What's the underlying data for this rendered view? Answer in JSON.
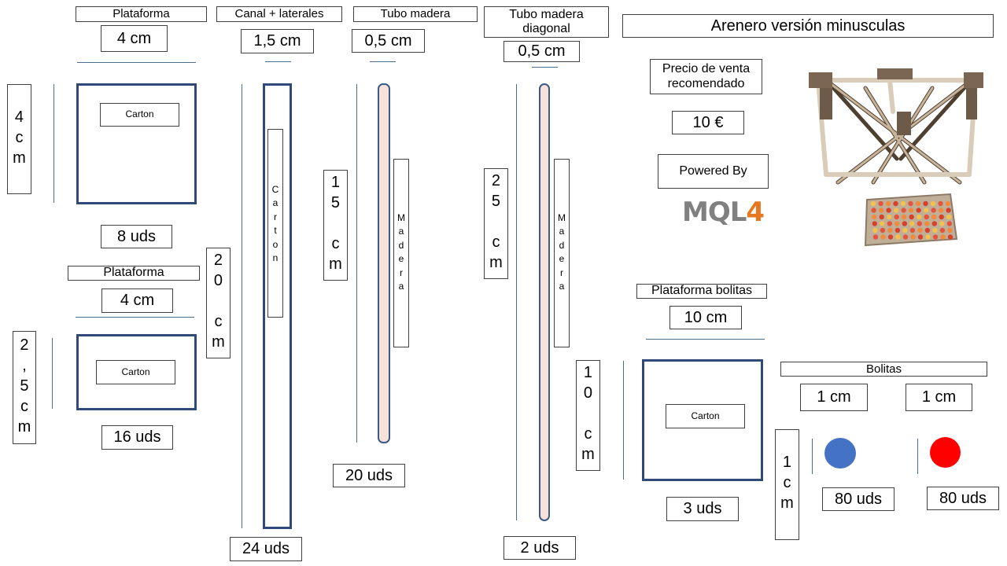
{
  "col1": {
    "title_top": "Plataforma",
    "size_top": "4 cm",
    "height_top": "4\nc\nm",
    "label_top": "Carton",
    "qty_top": "8 uds",
    "title_bottom": "Plataforma",
    "size_bottom": "4 cm",
    "height_bottom": "2\n,\n5\nc\nm",
    "label_bottom": "Carton",
    "qty_bottom": "16 uds"
  },
  "col2": {
    "title": "Canal + laterales",
    "size": "1,5 cm",
    "height": "2\n0\n\nc\nm",
    "label": "C\na\nr\nt\no\nn",
    "qty": "24 uds"
  },
  "col3": {
    "title": "Tubo madera",
    "size": "0,5 cm",
    "height": "1\n5\n\nc\nm",
    "label": "M\na\nd\ne\nr\na",
    "qty": "20 uds"
  },
  "col4": {
    "title": "Tubo madera diagonal",
    "size": "0,5 cm",
    "height": "2\n5\n\nc\nm",
    "label": "M\na\nd\ne\nr\na",
    "qty": "2 uds"
  },
  "header": {
    "title": "Arenero versión minusculas",
    "price_label": "Precio de venta recomendado",
    "price": "10 €",
    "powered": "Powered By",
    "logo_text": "MQL",
    "logo_num": "4"
  },
  "bolitas_platform": {
    "title": "Plataforma bolitas",
    "size": "10 cm",
    "height": "1\n0\n\nc\nm",
    "label": "Carton",
    "qty": "3 uds"
  },
  "bolitas": {
    "title": "Bolitas",
    "size_blue": "1 cm",
    "size_red": "1 cm",
    "height": "1\nc\nm",
    "qty_blue": "80 uds",
    "qty_red": "80 uds"
  },
  "colors": {
    "blue_ball": "#4472c4",
    "red_ball": "#ff0000",
    "outline": "#2f4a78",
    "logo_gray": "#808080",
    "logo_orange": "#e87722"
  }
}
